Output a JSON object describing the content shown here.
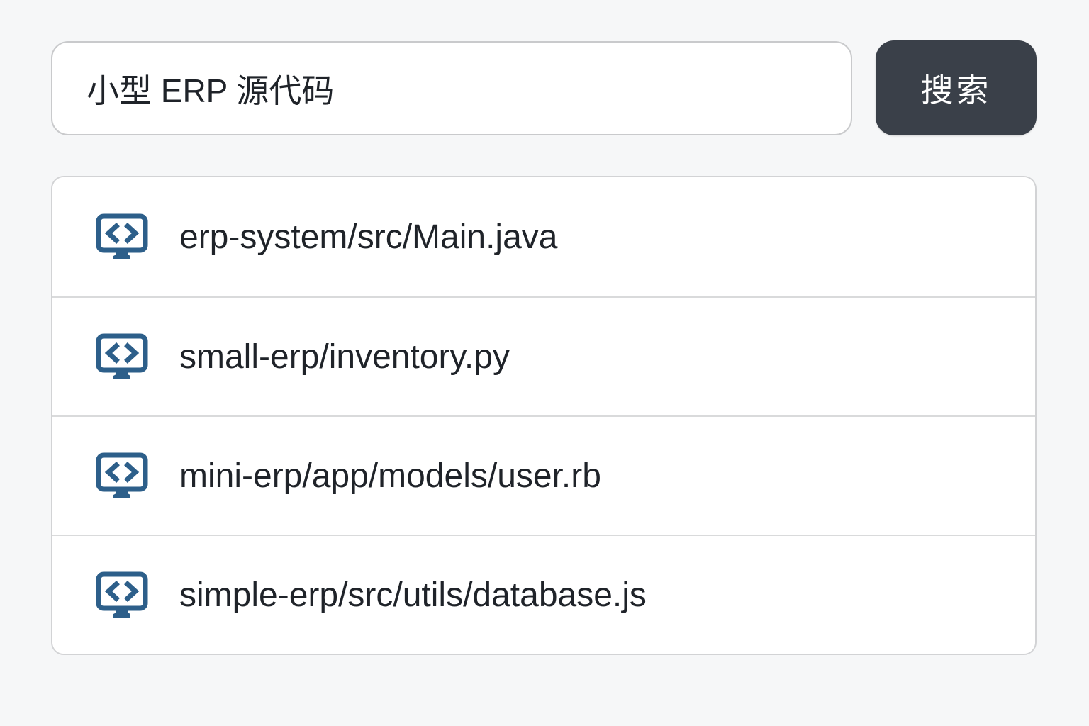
{
  "search": {
    "query": "小型 ERP 源代码",
    "button_label": "搜索"
  },
  "results": [
    {
      "icon": "code-monitor-icon",
      "path": "erp-system/src/Main.java"
    },
    {
      "icon": "code-monitor-icon",
      "path": "small-erp/inventory.py"
    },
    {
      "icon": "code-monitor-icon",
      "path": "mini-erp/app/models/user.rb"
    },
    {
      "icon": "code-monitor-icon",
      "path": "simple-erp/src/utils/database.js"
    }
  ],
  "colors": {
    "page_background": "#f6f7f8",
    "button_background": "#3a4049",
    "button_text": "#ffffff",
    "icon_blue": "#2d5f8a",
    "text": "#1f2329",
    "border": "#d2d3d5"
  }
}
